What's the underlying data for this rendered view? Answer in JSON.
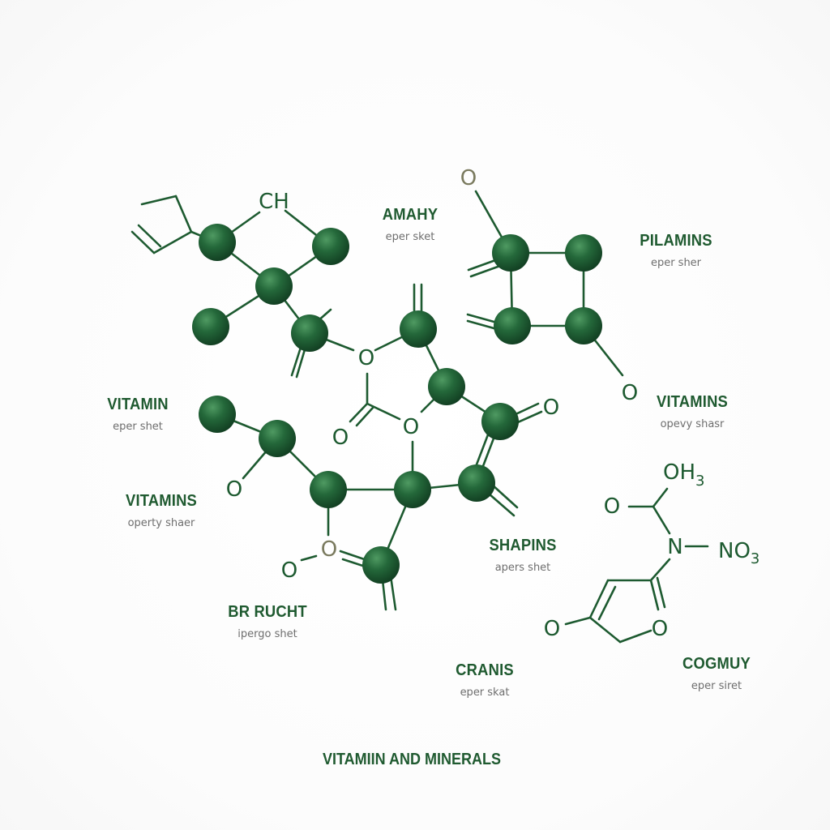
{
  "caption": "VITAMIIN AND MINERALS",
  "colors": {
    "atom": "#1d5a30",
    "atom_highlight": "#4f9a62",
    "bond": "#1d5a30",
    "label_title": "#1f5a30",
    "label_sub": "#6e6e6e",
    "olive_symbol": "#7a7a5e"
  },
  "labels": [
    {
      "id": "amahy",
      "title": "AMAHY",
      "sub": "eper sket"
    },
    {
      "id": "pilamins",
      "title": "PILAMINS",
      "sub": "eper sher"
    },
    {
      "id": "vitamin",
      "title": "VITAMIN",
      "sub": "eper shet"
    },
    {
      "id": "vitamins-right",
      "title": "VITAMINS",
      "sub": "opevy shasr"
    },
    {
      "id": "vitamins-left",
      "title": "VITAMINS",
      "sub": "operty shaer"
    },
    {
      "id": "shapins",
      "title": "SHAPINS",
      "sub": "apers shet"
    },
    {
      "id": "br-rucht",
      "title": "BR RUCHT",
      "sub": "ipergo shet"
    },
    {
      "id": "cranis",
      "title": "CRANIS",
      "sub": "eper skat"
    },
    {
      "id": "cogmuy",
      "title": "COGMUY",
      "sub": "eper siret"
    }
  ],
  "atom_labels": {
    "ch": "CH",
    "o_top": "O",
    "o_ring_right": "O",
    "o_center_1": "O",
    "o_center_2": "O",
    "o_center_3": "O",
    "o_right_dbl": "O",
    "o_left": "O",
    "o_olive": "O",
    "o_bottom_left": "O",
    "oh3_main": "OH",
    "oh3_sub": "3",
    "o_small_1": "O",
    "n": "N",
    "no3_main": "NO",
    "no3_sub": "3",
    "o_pent_left": "O",
    "o_pent_right": "O"
  }
}
